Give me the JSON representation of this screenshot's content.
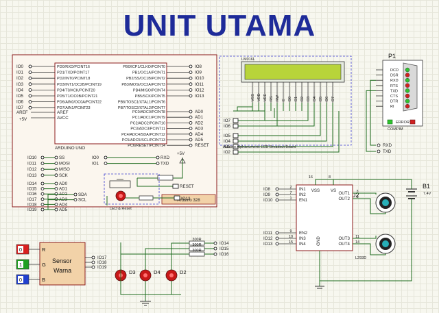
{
  "title": "UNIT UTAMA",
  "arduino": {
    "left_pins": [
      "IO0",
      "IO1",
      "IO2",
      "IO3",
      "IO4",
      "IO5",
      "IO6",
      "IO7"
    ],
    "port_d": [
      "PD0/RXD/PCINT16",
      "PD1/TXD/PCINT17",
      "PD2/INT0/PCINT18",
      "PD3/INT1/OC2B/PCINT19",
      "PD4/T0/XCK/PCINT20",
      "PD5/T1/OC0B/PCINT21",
      "PD6/AIN0/OC0A/PCINT22",
      "PD7/AIN1/PCINT23"
    ],
    "port_b": [
      "PB0/ICP1/CLKO/PCINT0",
      "PB1/OC1A/PCINT1",
      "PB2/SS/OC1B/PCINT2",
      "PB3/MOSI/OC2A/PCINT3",
      "PB4/MISO/PCINT4",
      "PB5/SCK/PCINT5",
      "PB6/TOSC1/XTAL1/PCINT6",
      "PB7/TOSC2/XTAL2/PCINT7"
    ],
    "right_pins": [
      "IO8",
      "IO9",
      "IO10",
      "IO11",
      "IO12",
      "IO13"
    ],
    "aref": "AREF",
    "avcc": "AVCC",
    "plus5v": "+5V",
    "port_c": [
      "PC0/ADC0/PCINT8",
      "PC1/ADC1/PCINT9",
      "PC2/ADC2/PCINT10",
      "PC3/ADC3/PCINT11",
      "PC4/ADC4/SDA/PCINT12",
      "PC5/ADC5/SCL/PCINT13",
      "PC6/RESET/PCINT14"
    ],
    "analog_out": [
      "AD0",
      "AD1",
      "AD2",
      "AD3",
      "AD4",
      "AD5",
      "RESET"
    ],
    "name": "ARDUINO UNO",
    "board_label": "Arduino 328"
  },
  "headers": {
    "left_labels": [
      "IO10",
      "IO11",
      "IO12",
      "IO13"
    ],
    "left_pins": [
      "SS",
      "MOSI",
      "MISO",
      "SCK"
    ],
    "mid_labels": [
      "IO0",
      "IO1"
    ],
    "mid_pins": [
      "RXD",
      "TXD"
    ],
    "analog_labels": [
      "IO14",
      "IO15",
      "IO16",
      "IO17",
      "IO18",
      "IO19"
    ],
    "analog_pins": [
      "AD0",
      "AD1",
      "AD2",
      "AD3",
      "AD4",
      "AD5"
    ],
    "extra_labels": [
      "IO18",
      "IO19"
    ],
    "extra_pins": [
      "SDA",
      "SCL"
    ],
    "plus5v": "+5V",
    "reset": "RESET",
    "io13": "IO13",
    "led_reset": "LED & Reset"
  },
  "lcd": {
    "name": "LM016L",
    "pins": [
      "VSS",
      "VDD",
      "VEE",
      "RS",
      "RW",
      "E",
      "D0",
      "D1",
      "D2",
      "D3",
      "D4",
      "D5",
      "D6",
      "D7"
    ],
    "inputs": [
      "IO7",
      "IO6",
      "IO5",
      "IO4",
      "IO3",
      "IO2"
    ],
    "caption": "Arduino Alphanumeric LCD Breakout Board"
  },
  "serial": {
    "name": "P1",
    "pins": [
      "DCD",
      "DSR",
      "RXD",
      "RTS",
      "TXD",
      "CTS",
      "DTR",
      "RI"
    ],
    "error": "ERROR",
    "model": "COMPIM",
    "out_labels": [
      "RXD",
      "TXD"
    ]
  },
  "sensor": {
    "line1": "Sensor",
    "line2": "Warna",
    "channels": [
      "R",
      "G",
      "B"
    ],
    "values": [
      "0",
      "1",
      "0"
    ],
    "outputs": [
      "IO17",
      "IO18",
      "IO19"
    ],
    "channel_colors": [
      "#d92020",
      "#20a020",
      "#2040d0"
    ]
  },
  "leds": {
    "names": [
      "D3",
      "D4",
      "D2"
    ],
    "resistor": "300R",
    "outputs": [
      "IO14",
      "IO15",
      "IO16"
    ]
  },
  "driver": {
    "name": "U2",
    "model": "L293D",
    "left_pins": [
      "IN1",
      "IN2",
      "EN1",
      "EN2",
      "IN3",
      "IN4"
    ],
    "left_labels": [
      "IO8",
      "IO9",
      "IO10",
      "IO11",
      "IO12",
      "IO13"
    ],
    "left_nums": [
      "2",
      "7",
      "1",
      "9",
      "10",
      "15"
    ],
    "top_pins": [
      "VSS",
      "VS"
    ],
    "top_nums": [
      "16",
      "8"
    ],
    "right_pins": [
      "OUT1",
      "OUT2",
      "OUT3",
      "OUT4"
    ],
    "right_nums": [
      "3",
      "6",
      "11",
      "14"
    ],
    "gnd": "GND"
  },
  "battery": {
    "name": "B1",
    "voltage": "7.4V"
  }
}
